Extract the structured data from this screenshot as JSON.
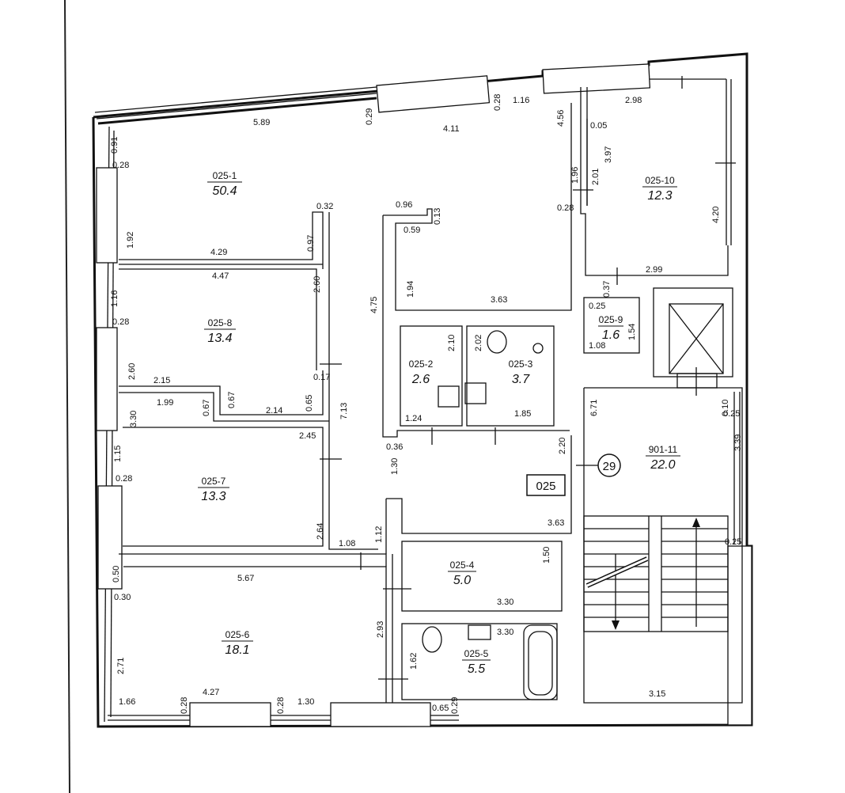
{
  "apartment": {
    "number": "025",
    "floor": "29"
  },
  "rooms": [
    {
      "id": "025-1",
      "area": "50.4"
    },
    {
      "id": "025-2",
      "area": "2.6"
    },
    {
      "id": "025-3",
      "area": "3.7"
    },
    {
      "id": "025-4",
      "area": "5.0"
    },
    {
      "id": "025-5",
      "area": "5.5"
    },
    {
      "id": "025-6",
      "area": "18.1"
    },
    {
      "id": "025-7",
      "area": "13.3"
    },
    {
      "id": "025-8",
      "area": "13.4"
    },
    {
      "id": "025-9",
      "area": "1.6"
    },
    {
      "id": "025-10",
      "area": "12.3"
    },
    {
      "id": "901-11",
      "area": "22.0"
    }
  ],
  "dimensions": [
    "5.89",
    "0.29",
    "4.11",
    "0.28",
    "1.16",
    "4.56",
    "2.98",
    "0.05",
    "3.97",
    "2.01",
    "1.96",
    "0.28",
    "4.20",
    "2.99",
    "0.91",
    "0.28",
    "1.92",
    "4.29",
    "0.97",
    "0.32",
    "0.96",
    "0.13",
    "0.59",
    "1.94",
    "3.63",
    "4.75",
    "1.16",
    "0.28",
    "4.47",
    "2.60",
    "2.60",
    "2.15",
    "0.17",
    "0.67",
    "2.14",
    "0.65",
    "7.13",
    "1.99",
    "0.67",
    "3.30",
    "2.10",
    "2.02",
    "1.24",
    "1.85",
    "0.37",
    "0.25",
    "1.54",
    "1.08",
    "6.71",
    "0.10",
    "0.25",
    "3.39",
    "2.20",
    "0.36",
    "1.30",
    "3.63",
    "1.15",
    "0.28",
    "2.45",
    "2.64",
    "1.08",
    "1.12",
    "1.50",
    "3.30",
    "0.25",
    "0.50",
    "0.30",
    "5.67",
    "2.93",
    "2.71",
    "1.62",
    "3.30",
    "1.66",
    "0.28",
    "4.27",
    "0.28",
    "1.30",
    "0.65",
    "0.29",
    "3.15"
  ]
}
